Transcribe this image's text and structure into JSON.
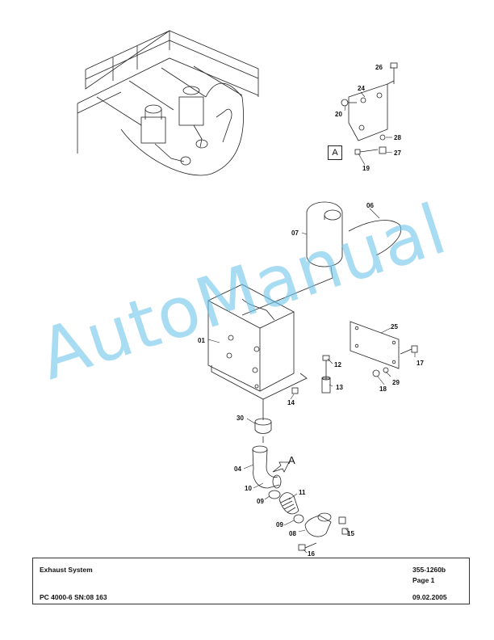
{
  "watermark": "AutoManual",
  "view_label": "A",
  "view_label_arrow": "A",
  "callouts": {
    "c26": "26",
    "c24": "24",
    "c20": "20",
    "c28": "28",
    "c27": "27",
    "c19": "19",
    "c06": "06",
    "c07": "07",
    "c01": "01",
    "c25": "25",
    "c12": "12",
    "c17": "17",
    "c13": "13",
    "c29": "29",
    "c18": "18",
    "c14": "14",
    "c30": "30",
    "c04": "04",
    "c10": "10",
    "c09a": "09",
    "c11": "11",
    "c09b": "09",
    "c08": "08",
    "c15": "15",
    "c16": "16"
  },
  "title_block": {
    "title": "Exhaust System",
    "part_number": "355-1260b",
    "page": "Page 1",
    "model": "PC 4000-6 SN:08 163",
    "date": "09.02.2005"
  }
}
